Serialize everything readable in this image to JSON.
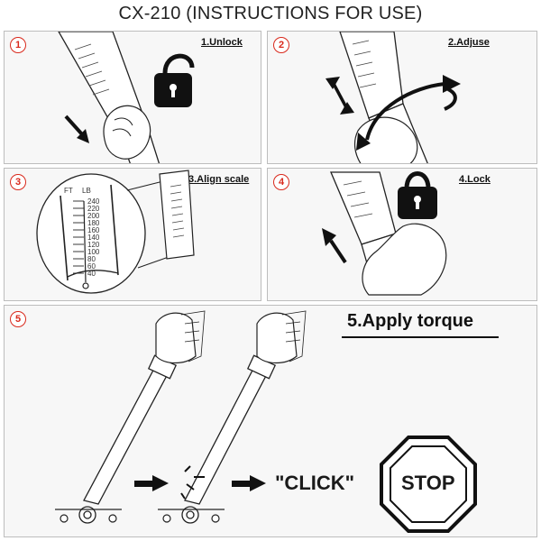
{
  "title": "CX-210 (INSTRUCTIONS FOR USE)",
  "steps": [
    {
      "number": "1",
      "label": "1.Unlock"
    },
    {
      "number": "2",
      "label": "2.Adjuse"
    },
    {
      "number": "3",
      "label": "3.Align scale"
    },
    {
      "number": "4",
      "label": "4.Lock"
    },
    {
      "number": "5",
      "label": "5.Apply torque"
    }
  ],
  "scale": {
    "units": [
      "FT",
      "LB"
    ],
    "values": [
      "240",
      "220",
      "200",
      "180",
      "160",
      "140",
      "120",
      "100",
      "80",
      "60",
      "40"
    ]
  },
  "click_text": "\"CLICK\"",
  "stop_text": "STOP",
  "colors": {
    "step_number": "#d9291c",
    "panel_bg": "#f7f7f7",
    "line": "#222222"
  },
  "icons": [
    "lock-open-icon",
    "lock-closed-icon",
    "arrow-icon",
    "rotation-arrow-icon",
    "stop-sign-icon"
  ]
}
